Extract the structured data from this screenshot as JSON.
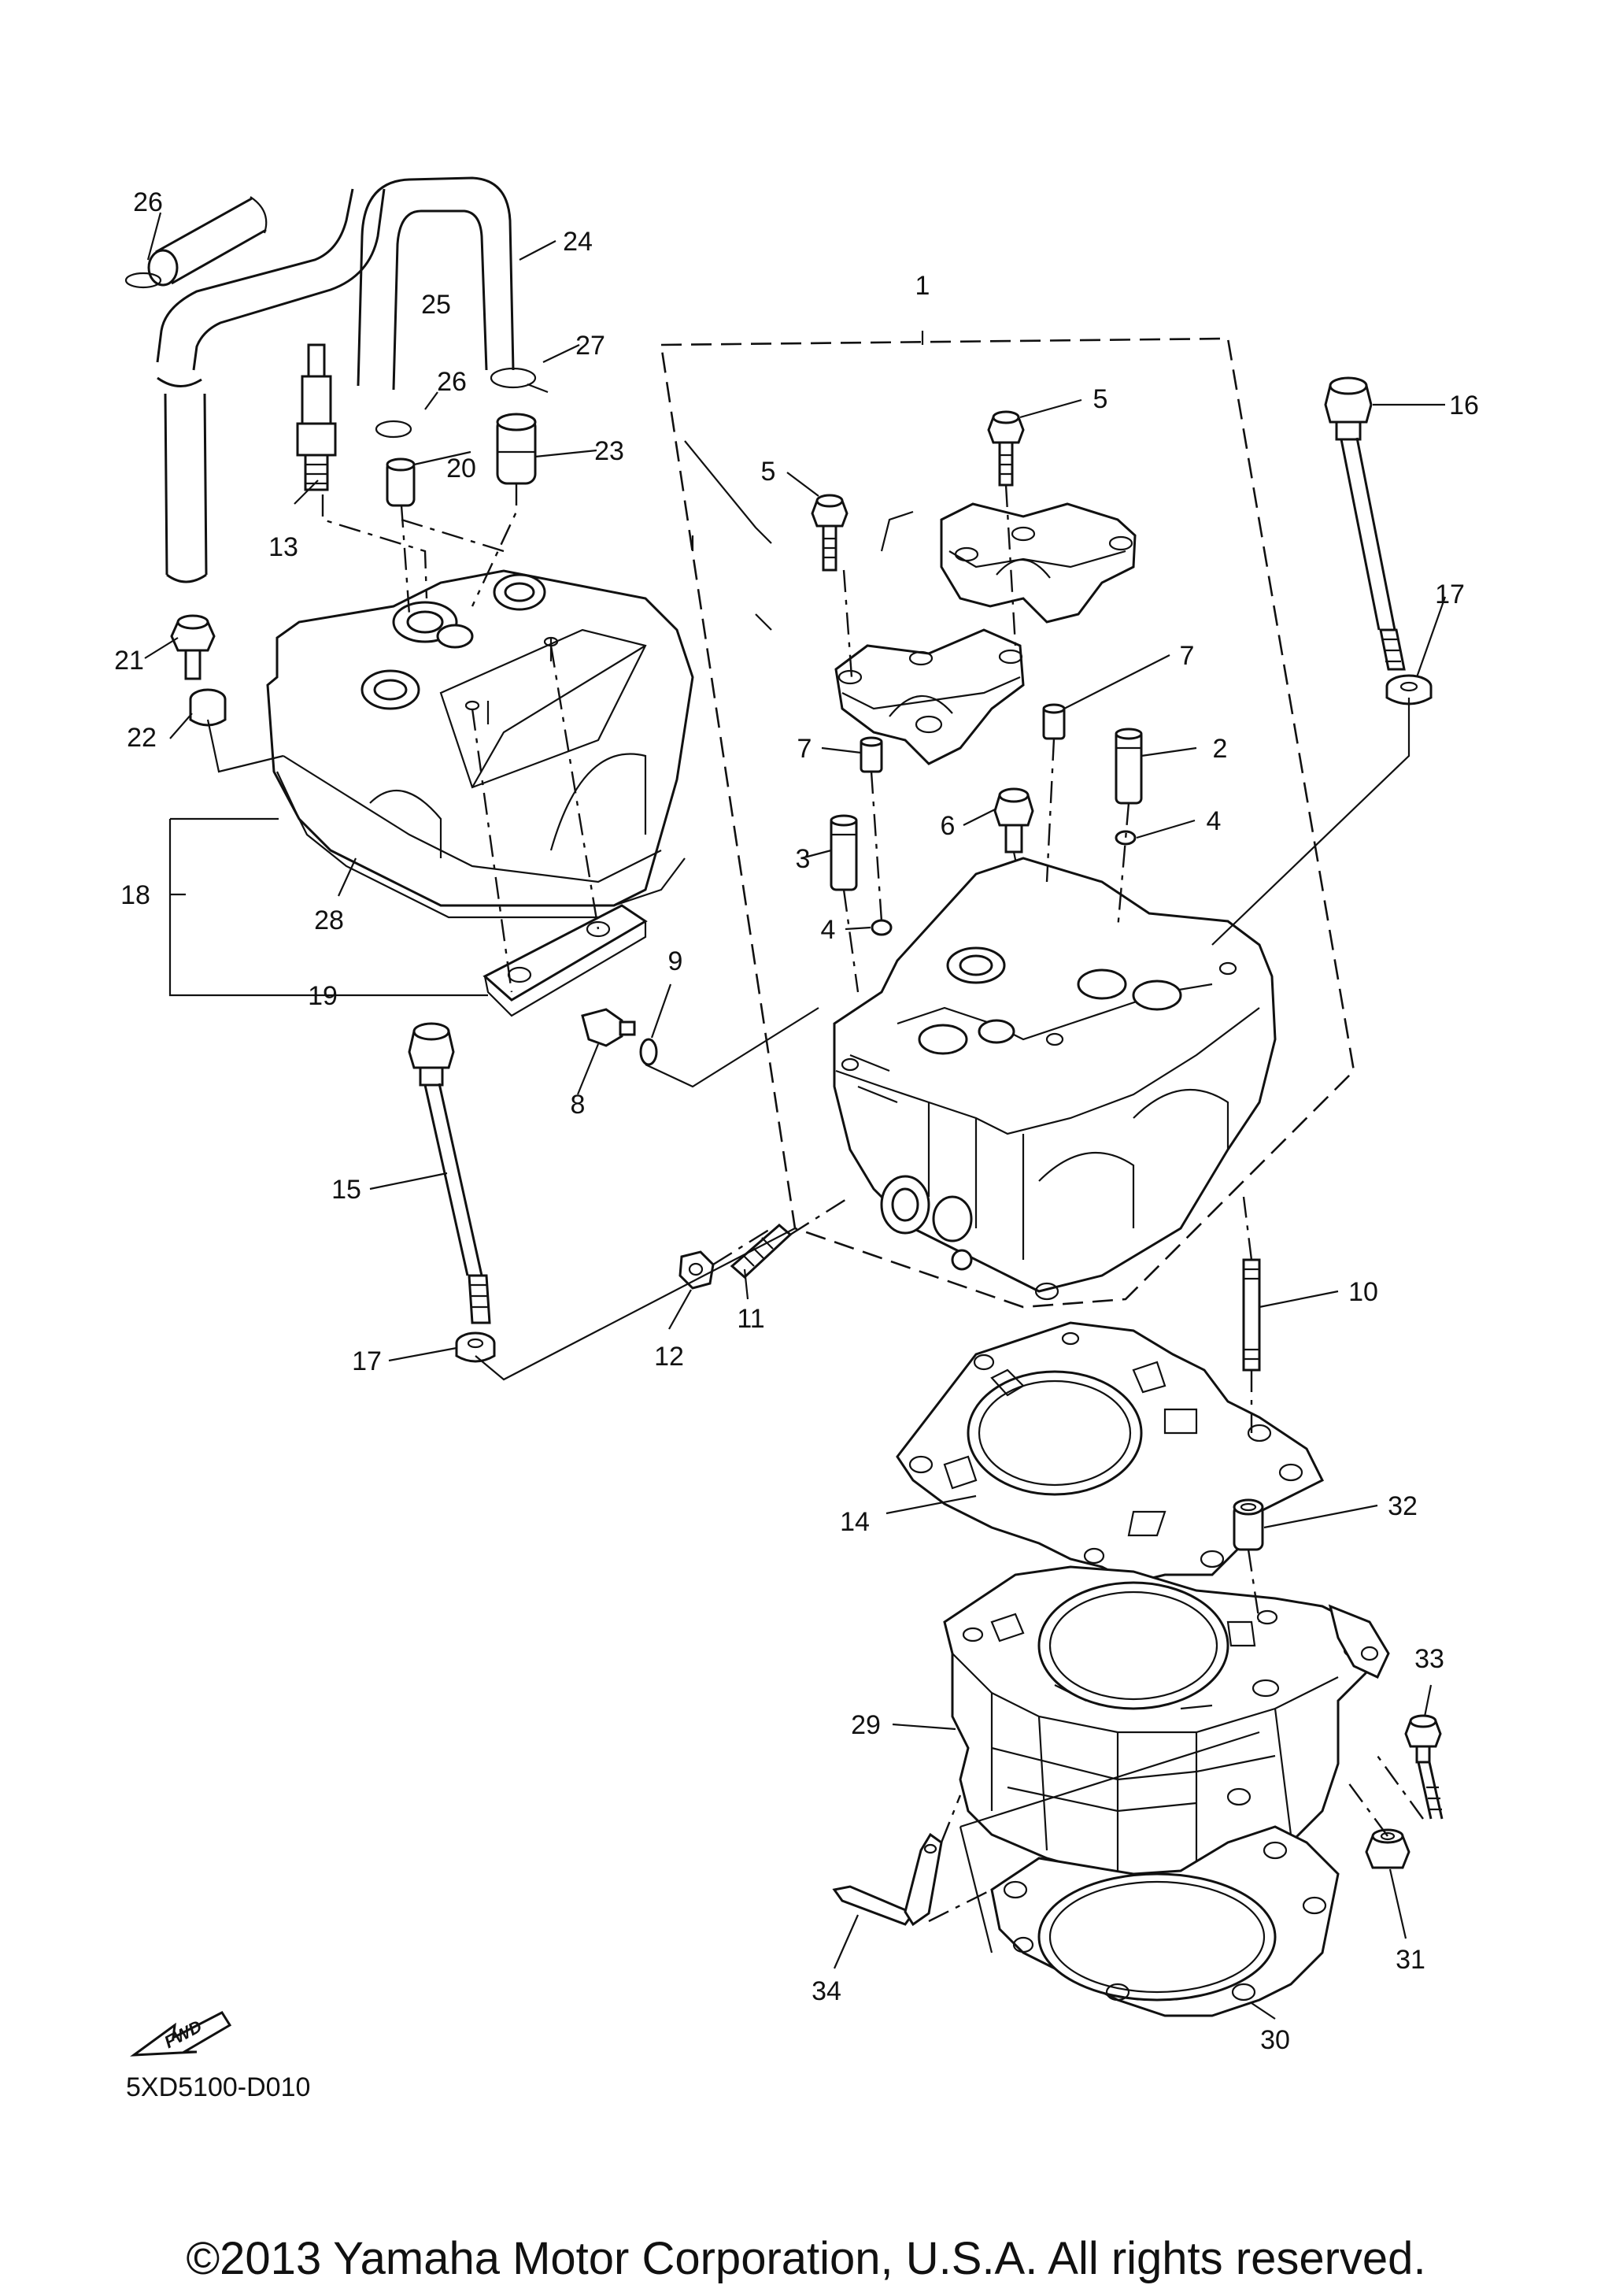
{
  "diagram": {
    "part_code": "5XD5100-D010",
    "copyright": "©2013 Yamaha Motor Corporation, U.S.A. All rights reserved.",
    "fwd_label": "FWD",
    "callouts": [
      "1",
      "2",
      "3",
      "4",
      "4",
      "5",
      "5",
      "6",
      "7",
      "7",
      "8",
      "9",
      "10",
      "11",
      "12",
      "13",
      "14",
      "15",
      "16",
      "17",
      "17",
      "18",
      "19",
      "20",
      "21",
      "22",
      "23",
      "24",
      "25",
      "26",
      "26",
      "27",
      "28",
      "29",
      "30",
      "31",
      "32",
      "33",
      "34"
    ]
  }
}
